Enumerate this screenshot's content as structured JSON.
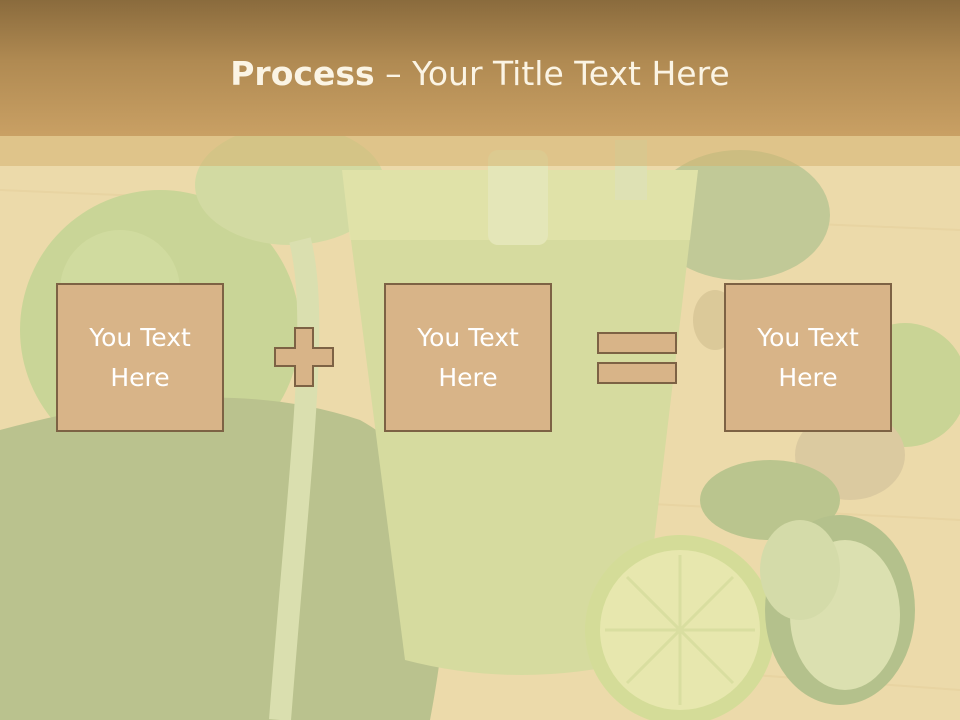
{
  "slide": {
    "title_bold": "Process",
    "title_rest": " – Your Title Text Here"
  },
  "boxes": [
    {
      "label": "You Text Here"
    },
    {
      "label": "You Text Here"
    },
    {
      "label": "You Text Here"
    }
  ],
  "operators": [
    "plus-icon",
    "equals-icon"
  ],
  "colors": {
    "header": "#b08a52",
    "box_fill": "#d8b488",
    "box_border": "#7d6244",
    "text": "#ffffff"
  }
}
